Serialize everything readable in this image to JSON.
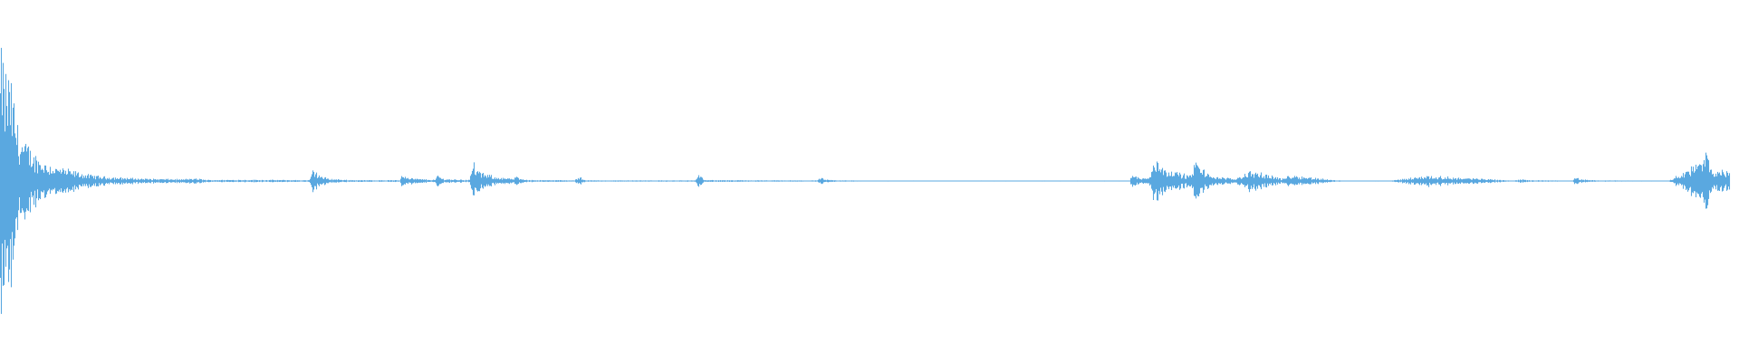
{
  "chart_data": {
    "type": "area",
    "title": "",
    "xlabel": "",
    "ylabel": "",
    "xlim": [
      0,
      1
    ],
    "ylim": [
      -1,
      1
    ],
    "grid": false,
    "legend": "none",
    "color": "#5aa8e0",
    "x": [
      0.0,
      0.001,
      0.003,
      0.005,
      0.007,
      0.009,
      0.012,
      0.016,
      0.02,
      0.025,
      0.03,
      0.035,
      0.04,
      0.045,
      0.05,
      0.055,
      0.06,
      0.07,
      0.08,
      0.09,
      0.1,
      0.105,
      0.11,
      0.115,
      0.118,
      0.12,
      0.14,
      0.16,
      0.178,
      0.18,
      0.182,
      0.185,
      0.19,
      0.2,
      0.21,
      0.22,
      0.23,
      0.231,
      0.233,
      0.236,
      0.24,
      0.245,
      0.25,
      0.252,
      0.253,
      0.255,
      0.26,
      0.27,
      0.272,
      0.274,
      0.276,
      0.28,
      0.285,
      0.29,
      0.295,
      0.297,
      0.3,
      0.31,
      0.32,
      0.33,
      0.334,
      0.335,
      0.337,
      0.34,
      0.36,
      0.38,
      0.4,
      0.402,
      0.403,
      0.405,
      0.41,
      0.44,
      0.47,
      0.472,
      0.474,
      0.478,
      0.485,
      0.49,
      0.5,
      0.52,
      0.55,
      0.58,
      0.62,
      0.65,
      0.651,
      0.652,
      0.654,
      0.656,
      0.66,
      0.663,
      0.664,
      0.666,
      0.668,
      0.67,
      0.675,
      0.68,
      0.684,
      0.686,
      0.688,
      0.69,
      0.693,
      0.695,
      0.7,
      0.705,
      0.71,
      0.715,
      0.72,
      0.725,
      0.735,
      0.737,
      0.739,
      0.742,
      0.75,
      0.76,
      0.764,
      0.765,
      0.767,
      0.77,
      0.775,
      0.78,
      0.79,
      0.8,
      0.82,
      0.84,
      0.86,
      0.866,
      0.867,
      0.87,
      0.875,
      0.88,
      0.9,
      0.905,
      0.906,
      0.907,
      0.91,
      0.915,
      0.92,
      0.94,
      0.96,
      0.98,
      0.982,
      0.983,
      0.985,
      0.99,
      0.995,
      1.0
    ],
    "values": [
      0.55,
      0.6,
      0.48,
      0.52,
      0.42,
      0.3,
      0.2,
      0.16,
      0.12,
      0.09,
      0.07,
      0.06,
      0.05,
      0.04,
      0.03,
      0.025,
      0.02,
      0.016,
      0.012,
      0.01,
      0.009,
      0.008,
      0.012,
      0.01,
      0.006,
      0.005,
      0.006,
      0.005,
      0.004,
      0.06,
      0.04,
      0.02,
      0.01,
      0.005,
      0.004,
      0.004,
      0.004,
      0.035,
      0.025,
      0.015,
      0.01,
      0.008,
      0.006,
      0.03,
      0.02,
      0.01,
      0.008,
      0.006,
      0.09,
      0.06,
      0.04,
      0.03,
      0.02,
      0.015,
      0.01,
      0.02,
      0.008,
      0.004,
      0.004,
      0.003,
      0.02,
      0.01,
      0.005,
      0.003,
      0.003,
      0.003,
      0.003,
      0.04,
      0.02,
      0.008,
      0.004,
      0.003,
      0.003,
      0.015,
      0.008,
      0.004,
      0.003,
      0.003,
      0.002,
      0.002,
      0.002,
      0.002,
      0.002,
      0.002,
      0.05,
      0.03,
      0.02,
      0.015,
      0.012,
      0.06,
      0.12,
      0.1,
      0.08,
      0.06,
      0.045,
      0.035,
      0.025,
      0.05,
      0.1,
      0.07,
      0.05,
      0.03,
      0.02,
      0.015,
      0.01,
      0.03,
      0.05,
      0.035,
      0.02,
      0.008,
      0.015,
      0.03,
      0.02,
      0.012,
      0.008,
      0.006,
      0.004,
      0.003,
      0.002,
      0.002,
      0.002,
      0.002,
      0.025,
      0.015,
      0.008,
      0.004,
      0.003,
      0.002,
      0.008,
      0.004,
      0.002,
      0.002,
      0.025,
      0.015,
      0.008,
      0.004,
      0.003,
      0.002,
      0.002,
      0.1,
      0.18,
      0.08,
      0.06,
      0.05,
      0.04
    ]
  }
}
